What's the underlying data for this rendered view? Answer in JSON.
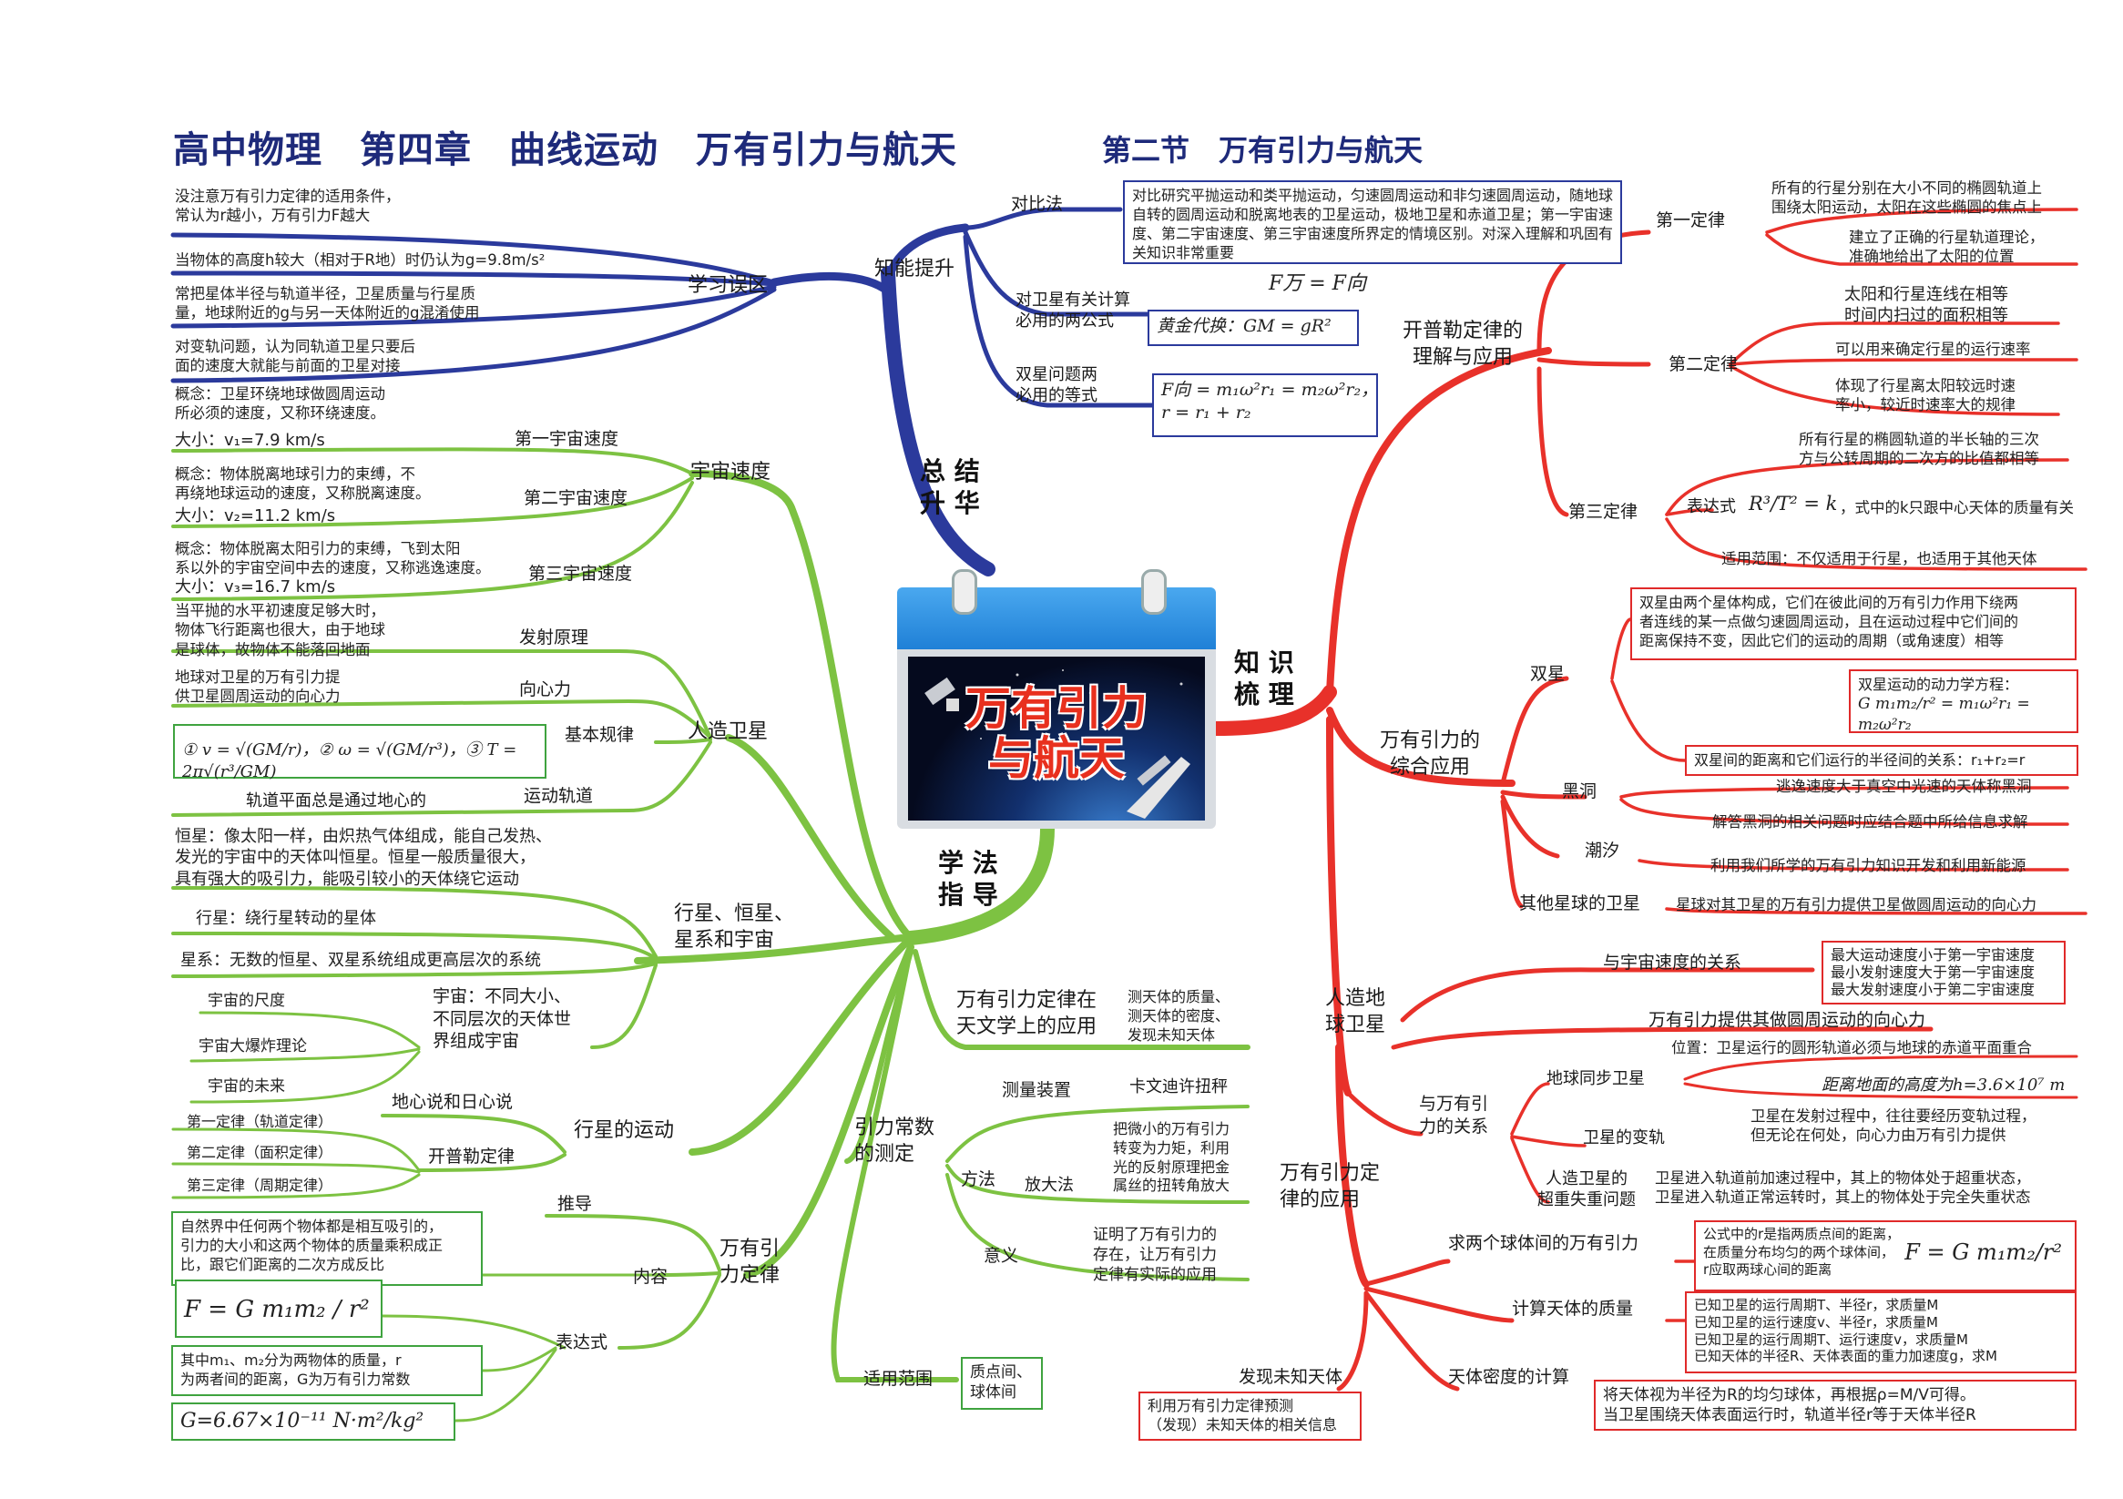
{
  "header": {
    "title": "高中物理　第四章　曲线运动　万有引力与航天",
    "subtitle": "第二节　万有引力与航天"
  },
  "center": {
    "calendar_title_l1": "万有引力",
    "calendar_title_l2": "与航天"
  },
  "hubs": {
    "summary": "总 结\n升 华",
    "knowledge": "知 识\n梳 理",
    "method": "学 法\n指 导"
  },
  "summary_branch": {
    "zhineng": "知能提升",
    "duibi_label": "对比法",
    "duibi_text": "对比研究平抛运动和类平抛运动，匀速圆周运动和非匀速圆周运动，随地球自转的圆周运动和脱离地表的卫星运动，极地卫星和赤道卫星；第一宇宙速度、第二宇宙速度、第三宇宙速度所界定的情境区别。对深入理解和巩固有关知识非常重要",
    "weixing_label": "对卫星有关计算\n必用的两公式",
    "formula_f": "F万 = F向",
    "formula_gold": "黄金代换：GM = gR²",
    "shuangxing_label": "双星问题两\n必用的等式",
    "formula_double": "F向 = m₁ω²r₁ = m₂ω²r₂，\nr = r₁ + r₂",
    "xuexi": "学习误区",
    "wuqu": [
      "没注意万有引力定律的适用条件，\n常认为r越小，万有引力F越大",
      "当物体的高度h较大（相对于R地）时仍认为g=9.8m/s²",
      "常把星体半径与轨道半径，卫星质量与行星质\n量，地球附近的g与另一天体附近的g混淆使用",
      "对变轨问题，认为同轨道卫星只要后\n面的速度大就能与前面的卫星对接"
    ]
  },
  "method_branch": {
    "yuzhou_sudu": "宇宙速度",
    "v1_label": "第一宇宙速度",
    "v1_concept": "概念：卫星环绕地球做圆周运动\n所必须的速度，又称环绕速度。",
    "v1_value": "大小：v₁=7.9 km/s",
    "v2_label": "第二宇宙速度",
    "v2_concept": "概念：物体脱离地球引力的束缚，不\n再绕地球运动的速度，又称脱离速度。",
    "v2_value": "大小：v₂=11.2 km/s",
    "v3_label": "第三宇宙速度",
    "v3_concept": "概念：物体脱离太阳引力的束缚，飞到太阳\n系以外的宇宙空间中去的速度，又称逃逸速度。",
    "v3_value": "大小：v₃=16.7 km/s",
    "renzao": "人造卫星",
    "fashe_label": "发射原理",
    "fashe_text": "当平抛的水平初速度足够大时，\n物体飞行距离也很大，由于地球\n是球体，故物体不能落回地面",
    "xiangxin_label": "向心力",
    "xiangxin_text": "地球对卫星的万有引力提\n供卫星圆周运动的向心力",
    "jiben_label": "基本规律",
    "jiben_formula": "① v = √(GM/r)，② ω = √(GM/r³)，③ T = 2π√(r³/GM)",
    "guidao_label": "运动轨道",
    "guidao_text": "轨道平面总是通过地心的",
    "hengxing_branch": "行星、恒星、\n星系和宇宙",
    "hengxing_text": "恒星：像太阳一样，由炽热气体组成，能自己发热、\n发光的宇宙中的天体叫恒星。恒星一般质量很大，\n具有强大的吸引力，能吸引较小的天体绕它运动",
    "xingxing_text": "行星：绕行星转动的星体",
    "xingxi_text": "星系：无数的恒星、双星系统组成更高层次的系统",
    "yuzhou_text": "宇宙：不同大小、\n不同层次的天体世\n界组成宇宙",
    "yuzhou_items": [
      "宇宙的尺度",
      "宇宙大爆炸理论",
      "宇宙的未来"
    ],
    "xingxing_yundong": "行星的运动",
    "dixin": "地心说和日心说",
    "kaipule": "开普勒定律",
    "kaipule_laws": [
      "第一定律（轨道定律）",
      "第二定律（面积定律）",
      "第三定律（周期定律）"
    ],
    "wanyou_dinglv": "万有引\n力定律",
    "tuidao": "推导",
    "neirong_label": "内容",
    "neirong_text": "自然界中任何两个物体都是相互吸引的，\n引力的大小和这两个物体的质量乘积成正\n比，跟它们距离的二次方成反比",
    "biaoda_label": "表达式",
    "biaoda_formula": "F = G m₁m₂ / r²",
    "biaoda_note": "其中m₁、m₂分为两物体的质量，r\n为两者间的距离，G为万有引力常数",
    "g_const": "G=6.67×10⁻¹¹ N·m²/kg²",
    "shiyong_label": "适用范围",
    "shiyong_text": "质点间、\n球体间",
    "tianwen": "万有引力定律在\n天文学上的应用",
    "tianwen_text": "测天体的质量、\n测天体的密度、\n发现未知天体",
    "yinli_const": "引力常数\n的测定",
    "celiang_label": "测量装置",
    "celiang_text": "卡文迪许扭秤",
    "fangfa_label": "方法",
    "fangda_label": "放大法",
    "fangda_text": "把微小的万有引力\n转变为力矩，利用\n光的反射原理把金\n属丝的扭转角放大",
    "yiyi_label": "意义",
    "yiyi_text": "证明了万有引力的\n存在，让万有引力\n定律有实际的应用"
  },
  "knowledge_branch": {
    "kaipule": "开普勒定律的\n理解与应用",
    "law1": "第一定律",
    "law1_a": "所有的行星分别在大小不同的椭圆轨道上\n围绕太阳运动，太阳在这些椭圆的焦点上",
    "law1_b": "建立了正确的行星轨道理论，\n准确地给出了太阳的位置",
    "law2": "第二定律",
    "law2_a": "太阳和行星连线在相等\n时间内扫过的面积相等",
    "law2_b": "可以用来确定行星的运行速率",
    "law2_c": "体现了行星离太阳较远时速\n率小，较近时速率大的规律",
    "law3": "第三定律",
    "law3_a": "所有行星的椭圆轨道的半长轴的三次\n方与公转周期的二次方的比值都相等",
    "law3_expr_label": "表达式",
    "law3_expr": "R³/T² = k",
    "law3_expr_note": "，式中的k只跟中心天体的质量有关",
    "law3_range": "适用范围：不仅适用于行星，也适用于其他天体",
    "zonghe": "万有引力的\n综合应用",
    "shuangxing": "双星",
    "shuangxing_a": "双星由两个星体构成，它们在彼此间的万有引力作用下绕两\n者连线的某一点做匀速圆周运动，且在运动过程中它们间的\n距离保持不变，因此它们的运动的周期（或角速度）相等",
    "shuangxing_b_title": "双星运动的动力学方程：",
    "shuangxing_b": "G m₁m₂/r² = m₁ω²r₁ = m₂ω²r₂",
    "shuangxing_c": "双星间的距离和它们运行的半径间的关系：r₁+r₂=r",
    "heidong": "黑洞",
    "heidong_a": "逃逸速度大于真空中光速的天体称黑洞",
    "heidong_b": "解答黑洞的相关问题时应结合题中所给信息求解",
    "chaoxi": "潮汐",
    "chaoxi_a": "利用我们所学的万有引力知识开发和利用新能源",
    "qita": "其他星球的卫星",
    "qita_a": "星球对其卫星的万有引力提供卫星做圆周运动的向心力",
    "renzao_diqiu": "人造地\n球卫星",
    "yuzhou_guanxi": "与宇宙速度的关系",
    "yuzhou_guanxi_text": "最大运动速度小于第一宇宙速度\n最小发射速度大于第一宇宙速度\n最大发射速度小于第二宇宙速度",
    "xiangxin": "万有引力提供其做圆周运动的向心力",
    "wanyou_guanxi": "与万有引\n力的关系",
    "tongbu": "地球同步卫星",
    "tongbu_a": "位置：卫星运行的圆形轨道必须与地球的赤道平面重合",
    "tongbu_b": "距离地面的高度为h=3.6×10⁷ m",
    "biangui": "卫星的变轨",
    "biangui_a": "卫星在发射过程中，往往要经历变轨过程，\n但无论在何处，向心力由万有引力提供",
    "chaozhong": "人造卫星的\n超重失重问题",
    "chaozhong_a": "卫星进入轨道前加速过程中，其上的物体处于超重状态，\n卫星进入轨道正常运转时，其上的物体处于完全失重状态",
    "yingyong": "万有引力定\n律的应用",
    "qiuti": "求两个球体间的万有引力",
    "qiuti_a": "公式中的r是指两质点间的距离，\n在质量分布均匀的两个球体间，\nr应取两球心间的距离",
    "qiuti_formula": "F = G m₁m₂/r²",
    "zhiliang": "计算天体的质量",
    "zhiliang_a": "已知卫星的运行周期T、半径r，求质量M\n已知卫星的运行速度v、半径r，求质量M\n已知卫星的运行周期T、运行速度v，求质量M\n已知天体的半径R、天体表面的重力加速度g，求M",
    "midu": "天体密度的计算",
    "midu_a": "将天体视为半径为R的均匀球体，再根据ρ=M/V可得。\n当卫星围绕天体表面运行时，轨道半径r等于天体半径R",
    "faxian": "发现未知天体",
    "faxian_a": "利用万有引力定律预测\n（发现）未知天体的相关信息"
  },
  "colors": {
    "blue": "#2b3a9c",
    "red": "#e8312a",
    "green": "#7dc242",
    "title": "#1e2a7a"
  }
}
